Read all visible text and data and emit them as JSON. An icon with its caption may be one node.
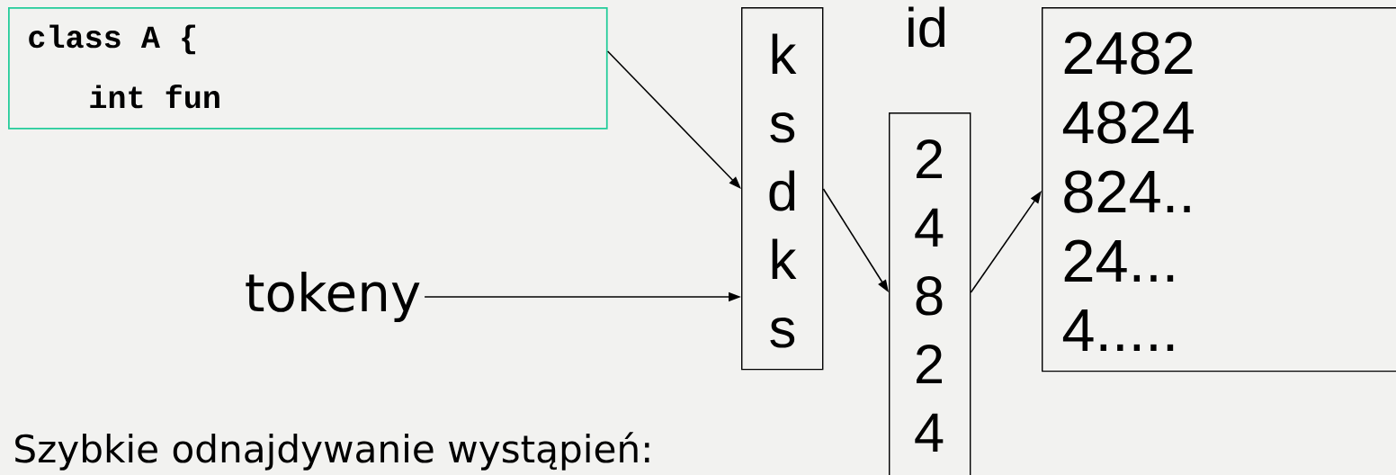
{
  "diagram": {
    "nodes": [
      {
        "text": [
          "class A {",
          "int fun"
        ]
      },
      {
        "text": [
          "k",
          "s",
          "d",
          "k",
          "s"
        ]
      },
      {
        "text": [
          "tokeny"
        ]
      },
      {
        "text": [
          "id",
          "2",
          "4",
          "8",
          "2",
          "4"
        ]
      },
      {
        "text": [
          "2482",
          "4824",
          "824..",
          "24...",
          "4....."
        ]
      }
    ],
    "edges": [
      {
        "from": 0,
        "to": 1,
        "arrow": "to"
      },
      {
        "from": 2,
        "to": 1,
        "arrow": "to"
      },
      {
        "from": 1,
        "to": 3,
        "arrow": "to"
      },
      {
        "from": 3,
        "to": 4,
        "arrow": "to"
      }
    ],
    "labels": [
      "Szybkie odnajdywanie wystąpień:"
    ]
  }
}
